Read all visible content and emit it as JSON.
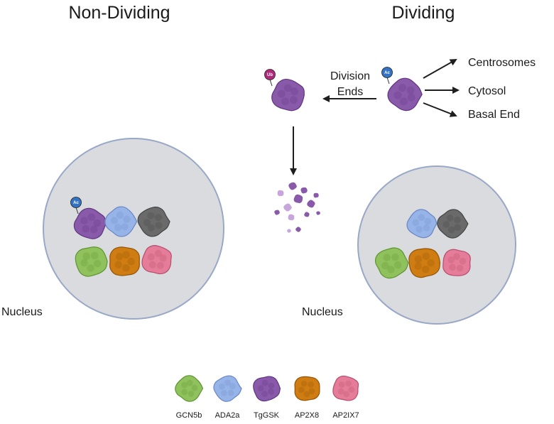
{
  "headings": {
    "left": "Non-Dividing",
    "right": "Dividing"
  },
  "arrow_labels": {
    "division_ends": "Division\nEnds",
    "targets": [
      "Centrosomes",
      "Cytosol",
      "Basal End"
    ]
  },
  "nucleus_label": "Nucleus",
  "modifications": {
    "acetyl": "Ac",
    "ubiquitin": "Ub"
  },
  "legend": [
    {
      "name": "GCN5b",
      "color": "#8fc25c",
      "dark": "#5f9431"
    },
    {
      "name": "ADA2a",
      "color": "#97b4e8",
      "dark": "#6a86c6"
    },
    {
      "name": "TgGSK",
      "color": "#8a5aaa",
      "dark": "#5f3580"
    },
    {
      "name": "AP2X8",
      "color": "#cf7d12",
      "dark": "#955403"
    },
    {
      "name": "AP2IX7",
      "color": "#e57c99",
      "dark": "#b74e6c"
    }
  ],
  "colors": {
    "nucleus_fill": "#d9dbdf",
    "nucleus_stroke": "#9aa8c8",
    "gray_protein": "#6a6a6a",
    "gray_dark": "#444444",
    "acetyl_tag": "#3473c4",
    "ubiquitin_tag": "#b02a7c",
    "arrow": "#1e1e1e"
  }
}
